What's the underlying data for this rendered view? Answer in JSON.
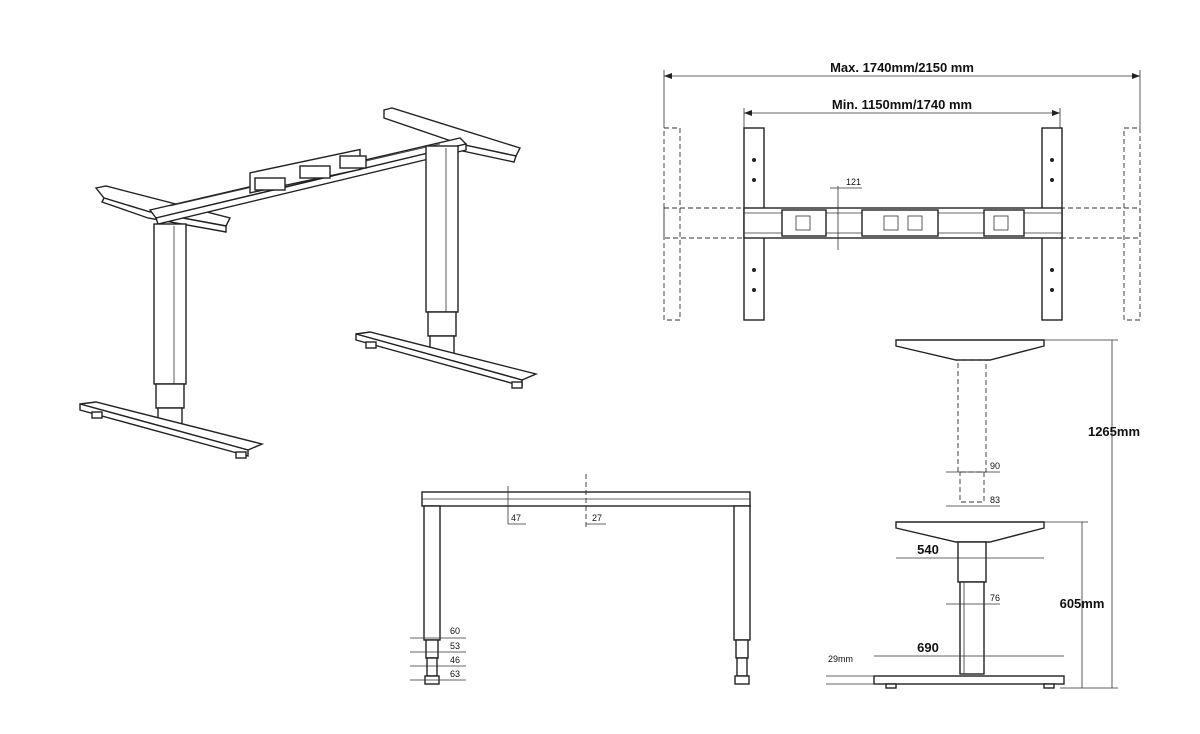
{
  "dimensions": {
    "max_width": "Max. 1740mm/2150 mm",
    "min_width": "Min. 1150mm/1740 mm",
    "motor_gap": "121",
    "max_height": "1265mm",
    "min_height": "605mm",
    "column_top_90": "90",
    "column_mid_83": "83",
    "column_low_76": "76",
    "top_bracket_540": "540",
    "foot_690": "690",
    "foot_thickness": "29mm",
    "beam_47": "47",
    "beam_27": "27",
    "stage_60": "60",
    "stage_53": "53",
    "stage_46": "46",
    "stage_63": "63"
  }
}
